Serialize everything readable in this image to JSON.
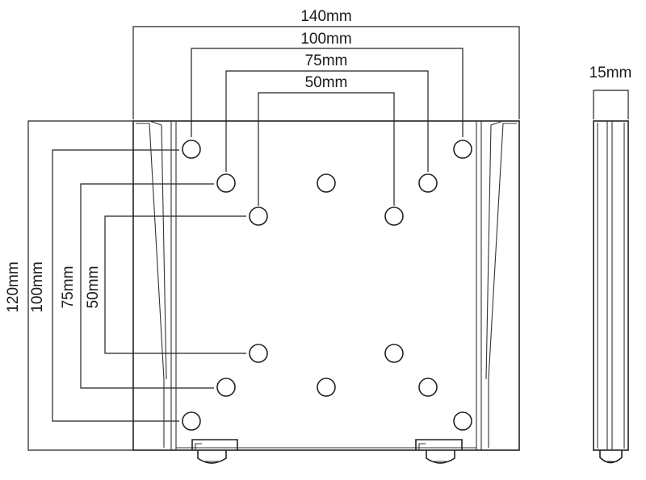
{
  "horizontal_dimensions": {
    "overall_width": "140mm",
    "pattern_100": "100mm",
    "pattern_75": "75mm",
    "pattern_50": "50mm"
  },
  "vertical_dimensions": {
    "overall_height": "120mm",
    "pattern_100": "100mm",
    "pattern_75": "75mm",
    "pattern_50": "50mm"
  },
  "side_view": {
    "depth": "15mm"
  },
  "colors": {
    "line": "#222222",
    "background": "#ffffff"
  }
}
